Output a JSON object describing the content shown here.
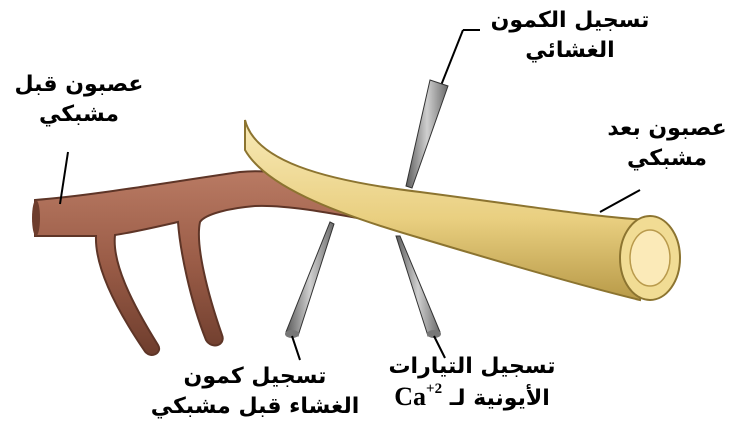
{
  "labels": {
    "membrane_recording": {
      "line1": "تسجيل الكمون",
      "line2": "الغشائي"
    },
    "presynaptic_neuron": {
      "line1": "عصبون قبل",
      "line2": "مشبكي"
    },
    "postsynaptic_neuron": {
      "line1": "عصبون بعد",
      "line2": "مشبكي"
    },
    "presynaptic_membrane_recording": {
      "line1": "تسجيل كمون",
      "line2": "الغشاء قبل مشبكي"
    },
    "ion_current_recording": {
      "line1": "تسجيل التيارات",
      "line2_prefix": "الأيونية لـ",
      "ion_symbol": "Ca",
      "ion_charge": "+2"
    }
  },
  "colors": {
    "presynaptic_axon_fill": "#9a5c47",
    "presynaptic_axon_stroke": "#5e3527",
    "postsynaptic_axon_fill": "#ecd58a",
    "postsynaptic_axon_stroke": "#8c7430",
    "axon_end_core": "#fbeab8",
    "electrode": "#9a9a9a"
  }
}
